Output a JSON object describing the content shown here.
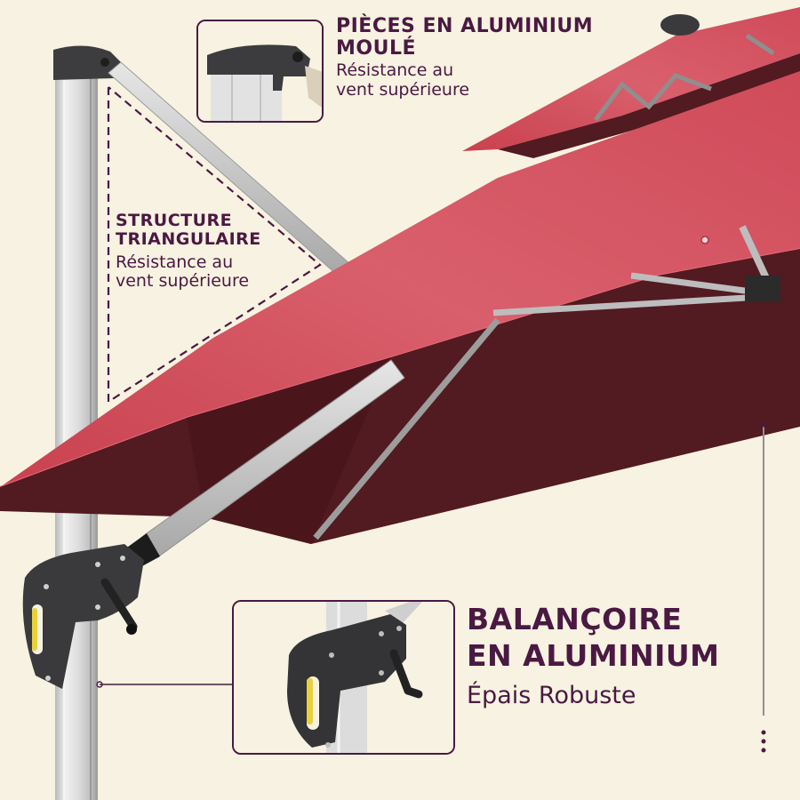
{
  "colors": {
    "background": "#f7f2e1",
    "text_primary": "#4a1942",
    "canopy_top": "#d45563",
    "canopy_underside": "#521a21",
    "frame_aluminium": "#d6d6d6",
    "bracket_dark": "#3a3a3c",
    "handle_accent": "#e8d13c"
  },
  "callouts": [
    {
      "id": "cast-aluminium-parts",
      "title_line1": "PIÈCES EN ALUMINIUM",
      "title_line2": "MOULÉ",
      "subtitle_line1": "Résistance au",
      "subtitle_line2": "vent supérieure"
    },
    {
      "id": "triangular-structure",
      "title_line1": "STRUCTURE",
      "title_line2": "TRIANGULAIRE",
      "subtitle_line1": "Résistance au",
      "subtitle_line2": "vent supérieure"
    },
    {
      "id": "aluminium-swing-arm",
      "title_line1": "BALANÇOIRE",
      "title_line2": "EN ALUMINIUM",
      "subtitle_line1": "Épais Robuste"
    }
  ],
  "insets": [
    {
      "id": "top-bracket-closeup",
      "depicts": "cast aluminium pole-top bracket"
    },
    {
      "id": "crank-handle-closeup",
      "depicts": "crank handle on swing arm"
    }
  ]
}
